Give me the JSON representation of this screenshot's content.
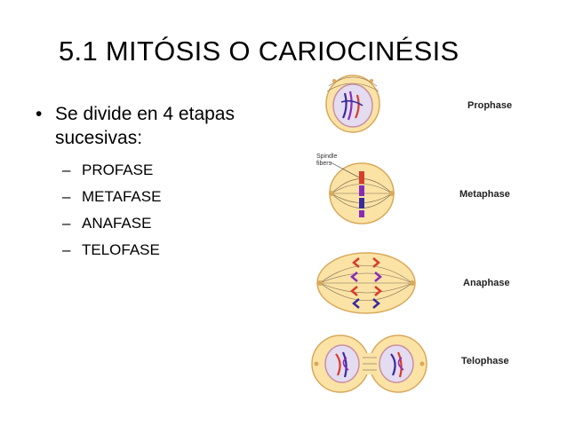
{
  "slide": {
    "title": "5.1 MITÓSIS O CARIOCINÉSIS",
    "bullet_main": "Se divide en 4 etapas sucesivas:",
    "bullet_icon": "•",
    "dash_icon": "–",
    "sub_items": [
      "PROFASE",
      "METAFASE",
      "ANAFASE",
      "TELOFASE"
    ]
  },
  "diagram": {
    "spindle_label_line1": "Spindle",
    "spindle_label_line2": "fibers",
    "stages": [
      "Prophase",
      "Metaphase",
      "Anaphase",
      "Telophase"
    ],
    "colors": {
      "cell_fill": "#fbe3a6",
      "cell_stroke": "#d9a85a",
      "nucleus_fill": "#e4dcf0",
      "nucleus_stroke": "#c98fa4",
      "chromosome_red": "#d83c2a",
      "chromosome_blue": "#3a2a9a",
      "chromosome_purple": "#8a2bb8",
      "spindle": "#7a6a50"
    }
  }
}
